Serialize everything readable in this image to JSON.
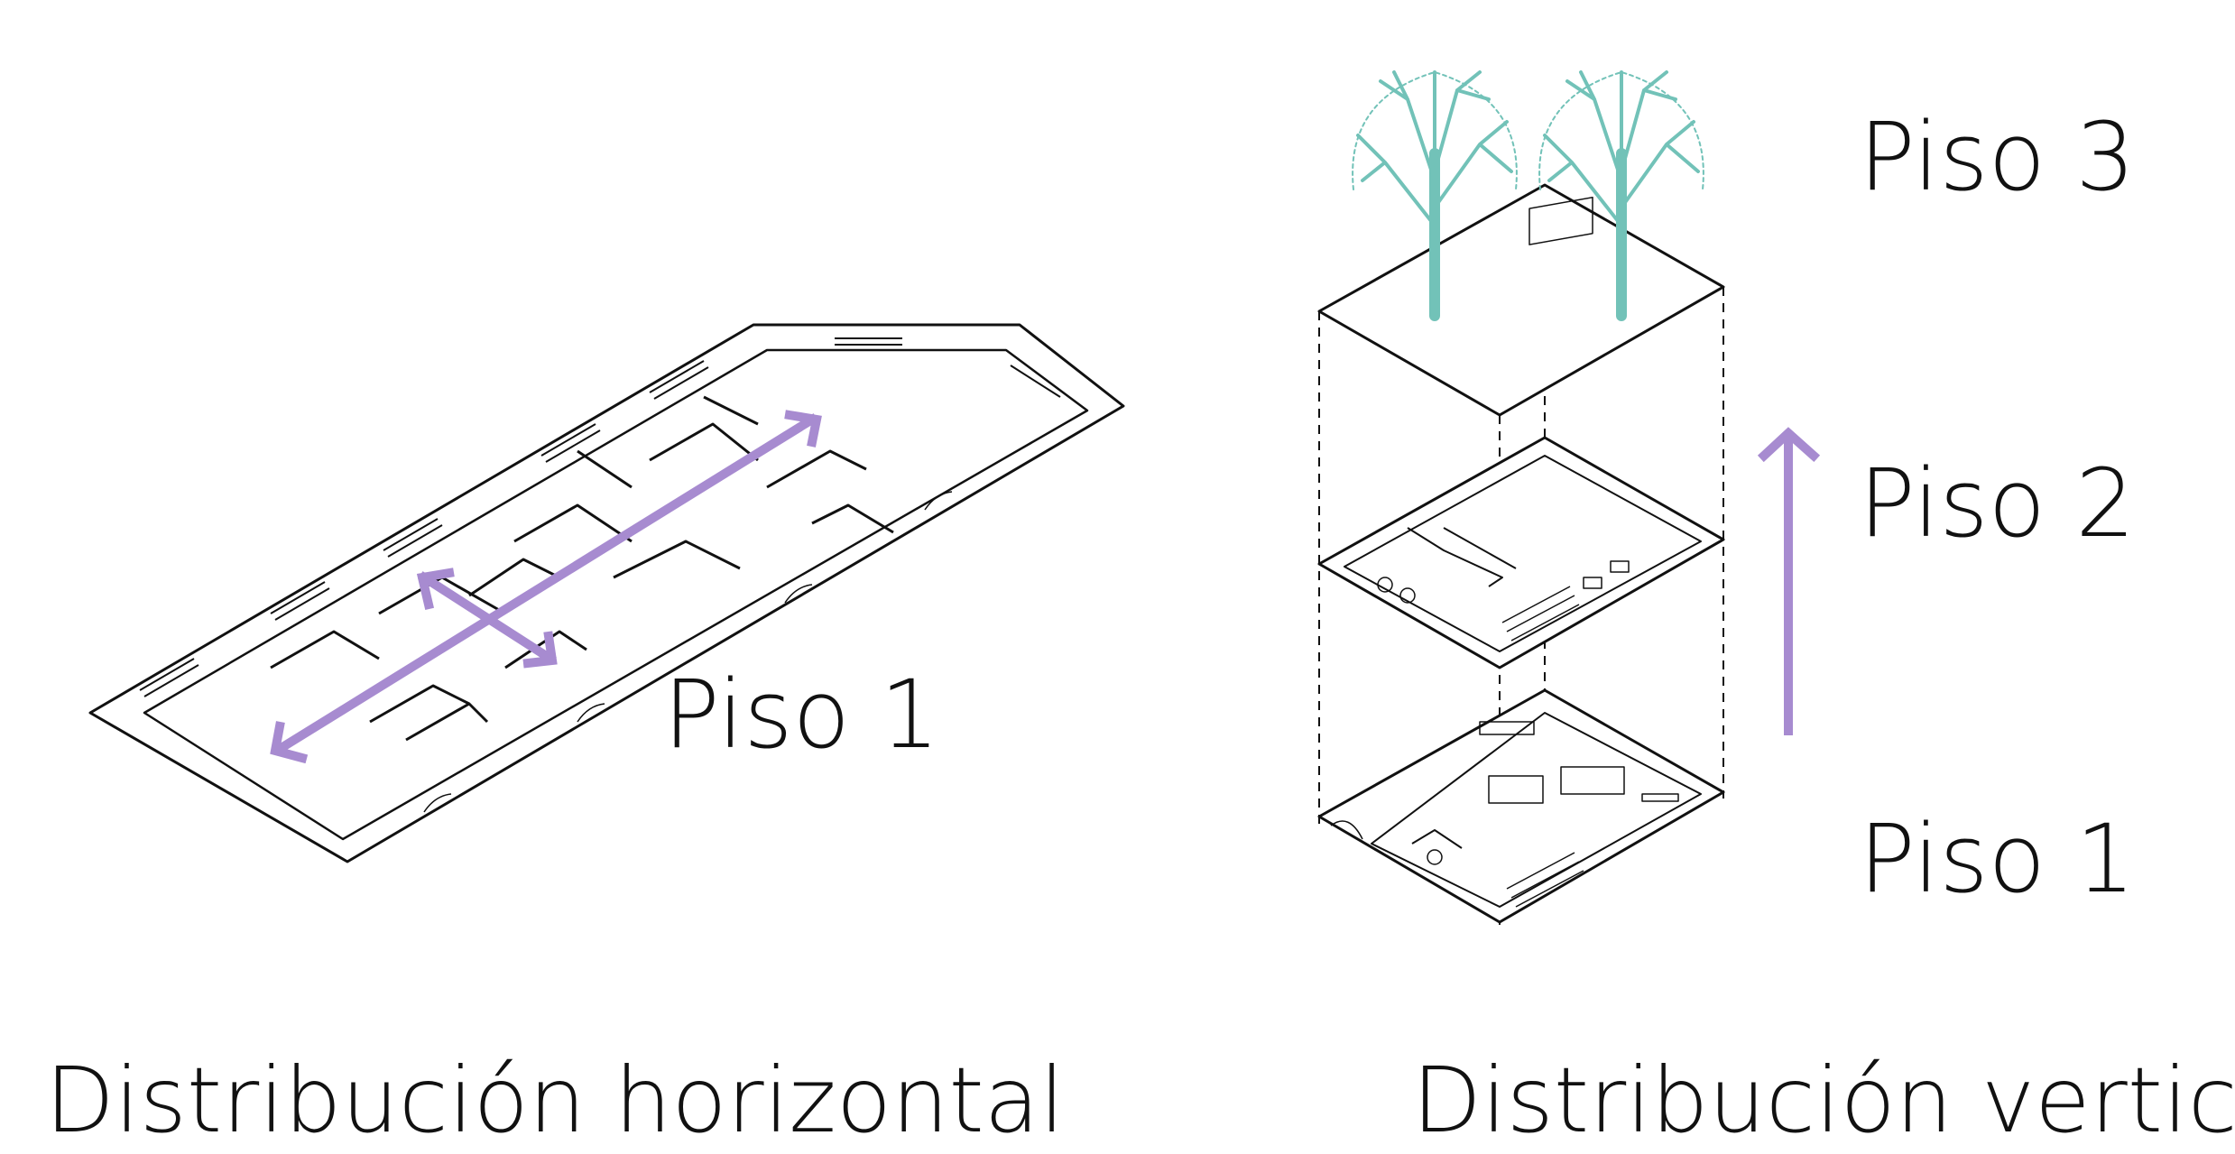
{
  "diagram": {
    "left": {
      "caption": "Distribución horizontal",
      "floor_label": "Piso 1"
    },
    "right": {
      "caption": "Distribución vertical",
      "floor_labels": [
        "Piso 3",
        "Piso 2",
        "Piso 1"
      ]
    },
    "colors": {
      "arrow": "#a78bd0",
      "tree": "#72c2b8",
      "line": "#111111"
    },
    "icons": [
      "tree-icon",
      "arrow-icon"
    ]
  }
}
